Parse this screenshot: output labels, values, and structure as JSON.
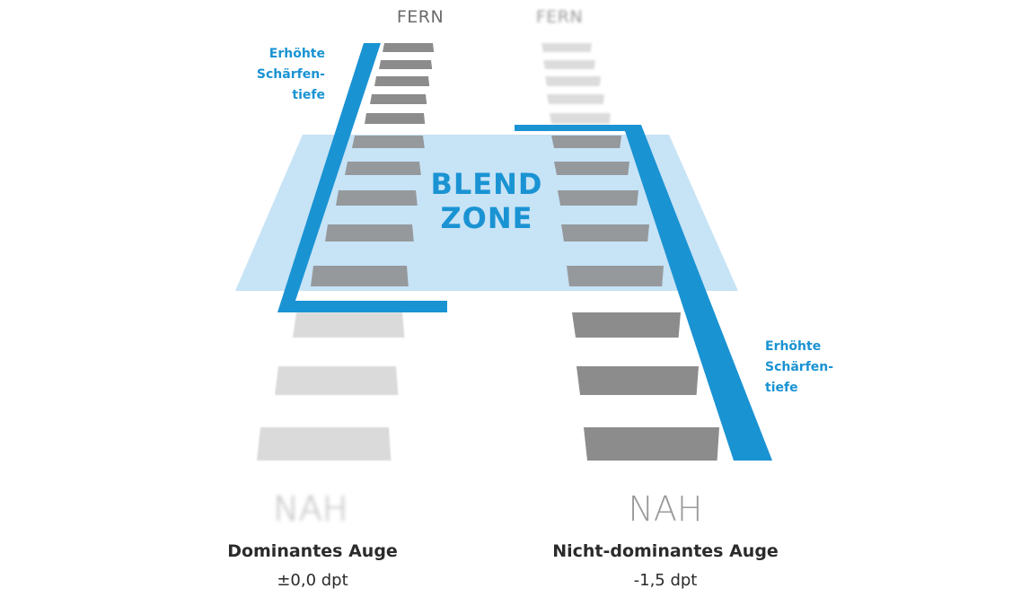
{
  "colors": {
    "accent": "#1a93d3",
    "blend_zone": "#b9dcf4",
    "stripe_dark": "#8c8c8c",
    "stripe_light": "#dadada"
  },
  "blend_zone": {
    "label": "BLEND\nZONE"
  },
  "left_eye": {
    "far_label": "FERN",
    "near_label": "NAH",
    "side_label": "Erhöhte\nSchärfen-\ntiefe",
    "title": "Dominantes Auge",
    "value": "±0,0 dpt"
  },
  "right_eye": {
    "far_label": "FERN",
    "near_label": "NAH",
    "side_label": "Erhöhte\nSchärfen-\ntiefe",
    "title": "Nicht-dominantes Auge",
    "value": "-1,5 dpt"
  }
}
